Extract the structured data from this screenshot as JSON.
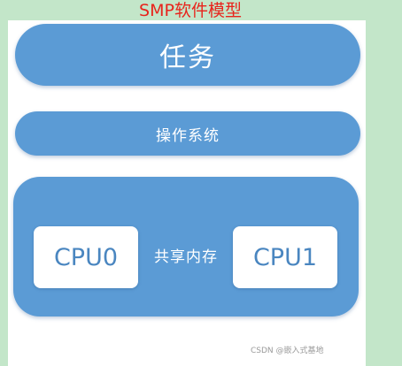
{
  "title": "SMP软件模型",
  "layers": {
    "task": "任务",
    "os": "操作系统",
    "hardware": {
      "cpu0": "CPU0",
      "shared_memory": "共享内存",
      "cpu1": "CPU1"
    }
  },
  "watermark": "CSDN @嵌入式基地",
  "colors": {
    "background": "#c3e6c9",
    "title": "#e8241c",
    "layer_fill": "#5b9bd5",
    "cpu_text": "#4a86c0"
  }
}
